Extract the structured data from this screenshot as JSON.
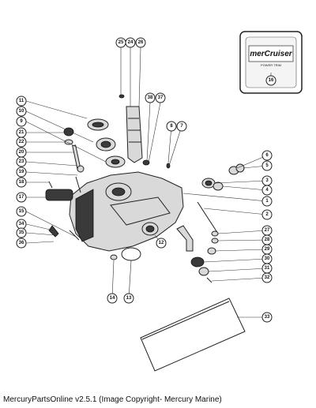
{
  "logo": {
    "brand": "merCruiser",
    "subtitle": "POWER TRIM",
    "callout": "16"
  },
  "caption": "MercuryPartsOnline v2.5.1 (Image Copyright- Mercury Marine)",
  "callouts": [
    "1",
    "2",
    "3",
    "4",
    "5",
    "6",
    "7",
    "8",
    "9",
    "10",
    "11",
    "12",
    "13",
    "14",
    "15",
    "16",
    "17",
    "18",
    "19",
    "20",
    "21",
    "22",
    "23",
    "24",
    "25",
    "26",
    "27",
    "28",
    "29",
    "30",
    "31",
    "32",
    "33",
    "34",
    "35",
    "36",
    "37",
    "38"
  ]
}
